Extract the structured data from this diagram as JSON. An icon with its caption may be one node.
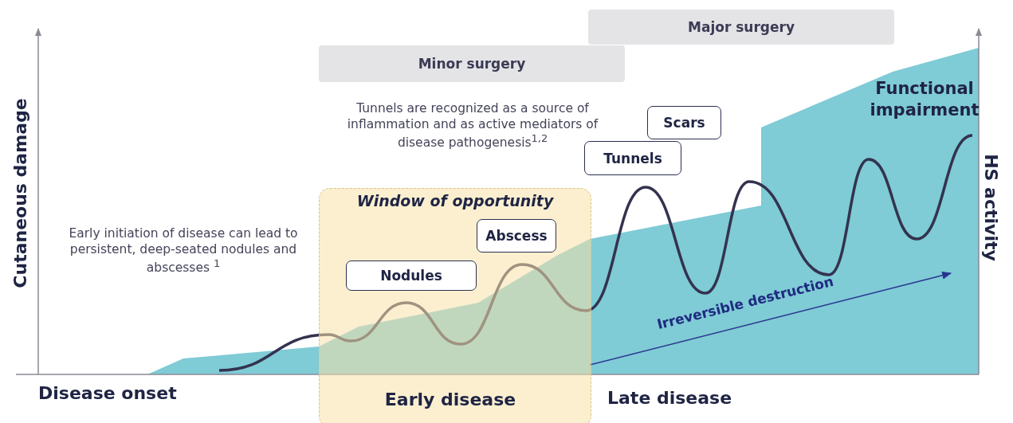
{
  "diagram": {
    "nodes": [
      {
        "text": [
          "Major surgery"
        ]
      },
      {
        "text": [
          "Minor surgery"
        ]
      },
      {
        "text": [
          "Window of opportunity"
        ]
      },
      {
        "text": [
          "Nodules"
        ],
        "in": 2
      },
      {
        "text": [
          "Abscess"
        ],
        "in": 2
      },
      {
        "text": [
          "Tunnels"
        ]
      },
      {
        "text": [
          "Scars"
        ]
      }
    ],
    "edges": [],
    "labels": [
      "Cutaneous damage",
      "Tunnels are recognized as a source of inflammation and as active mediators of disease pathogenesis$^{1,2}$",
      "Functional impairment",
      "HS activity",
      "Early initiation of disease can lead to persistent, deep-seated nodules and abscesses $^{1}$",
      "Irreversible destruction",
      "Disease onset",
      "Early disease",
      "Late disease"
    ]
  }
}
